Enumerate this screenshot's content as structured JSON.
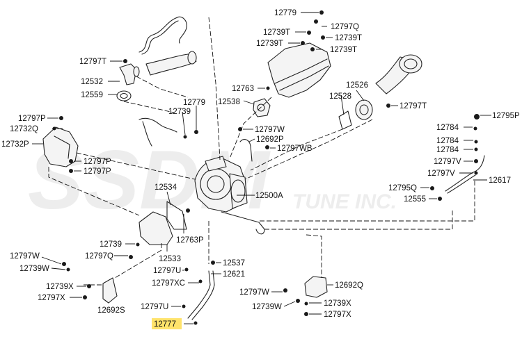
{
  "labels": [
    {
      "id": "p12779-top",
      "text": "12779"
    },
    {
      "id": "p12797Q-top",
      "text": "12797Q"
    },
    {
      "id": "p12739T-a",
      "text": "12739T"
    },
    {
      "id": "p12739T-b",
      "text": "12739T"
    },
    {
      "id": "p12739T-c",
      "text": "12739T"
    },
    {
      "id": "p12739T-d",
      "text": "12739T"
    },
    {
      "id": "p12797T-left",
      "text": "12797T"
    },
    {
      "id": "p12532",
      "text": "12532"
    },
    {
      "id": "p12559",
      "text": "12559"
    },
    {
      "id": "p12763",
      "text": "12763"
    },
    {
      "id": "p12538",
      "text": "12538"
    },
    {
      "id": "p12526",
      "text": "12526"
    },
    {
      "id": "p12528",
      "text": "12528"
    },
    {
      "id": "p12797T-right",
      "text": "12797T"
    },
    {
      "id": "p12779-mid",
      "text": "12779"
    },
    {
      "id": "p12739-mid",
      "text": "12739"
    },
    {
      "id": "p12797P-top",
      "text": "12797P"
    },
    {
      "id": "p12732Q",
      "text": "12732Q"
    },
    {
      "id": "p12732P",
      "text": "12732P"
    },
    {
      "id": "p12797P-a",
      "text": "12797P"
    },
    {
      "id": "p12797P-b",
      "text": "12797P"
    },
    {
      "id": "p12797W-mid",
      "text": "12797W"
    },
    {
      "id": "p12692P",
      "text": "12692P"
    },
    {
      "id": "p12797WB",
      "text": "12797WB"
    },
    {
      "id": "p12795P",
      "text": "12795P"
    },
    {
      "id": "p12784-a",
      "text": "12784"
    },
    {
      "id": "p12784-b",
      "text": "12784"
    },
    {
      "id": "p12784-c",
      "text": "12784"
    },
    {
      "id": "p12797V-a",
      "text": "12797V"
    },
    {
      "id": "p12797V-b",
      "text": "12797V"
    },
    {
      "id": "p12617",
      "text": "12617"
    },
    {
      "id": "p12795Q",
      "text": "12795Q"
    },
    {
      "id": "p12555",
      "text": "12555"
    },
    {
      "id": "p12534",
      "text": "12534"
    },
    {
      "id": "p12500A",
      "text": "12500A"
    },
    {
      "id": "p12763P",
      "text": "12763P"
    },
    {
      "id": "p12739-low",
      "text": "12739"
    },
    {
      "id": "p12797Q-low",
      "text": "12797Q"
    },
    {
      "id": "p12533",
      "text": "12533"
    },
    {
      "id": "p12537",
      "text": "12537"
    },
    {
      "id": "p12797U-a",
      "text": "12797U"
    },
    {
      "id": "p12621",
      "text": "12621"
    },
    {
      "id": "p12797XC",
      "text": "12797XC"
    },
    {
      "id": "p12797W-left",
      "text": "12797W"
    },
    {
      "id": "p12739W-left",
      "text": "12739W"
    },
    {
      "id": "p12739X-left",
      "text": "12739X"
    },
    {
      "id": "p12797X-left",
      "text": "12797X"
    },
    {
      "id": "p12692S",
      "text": "12692S"
    },
    {
      "id": "p12797U-b",
      "text": "12797U"
    },
    {
      "id": "p12777",
      "text": "12777"
    },
    {
      "id": "p12692Q",
      "text": "12692Q"
    },
    {
      "id": "p12797W-right",
      "text": "12797W"
    },
    {
      "id": "p12739W-right",
      "text": "12739W"
    },
    {
      "id": "p12739X-right",
      "text": "12739X"
    },
    {
      "id": "p12797X-right",
      "text": "12797X"
    }
  ],
  "highlight_part": "12777",
  "colors": {
    "highlight": "#ffe36b",
    "line": "#111111",
    "watermark": "#e9e9e9"
  },
  "watermark_text": "SSDM",
  "watermark_sub": "TUNE INC."
}
